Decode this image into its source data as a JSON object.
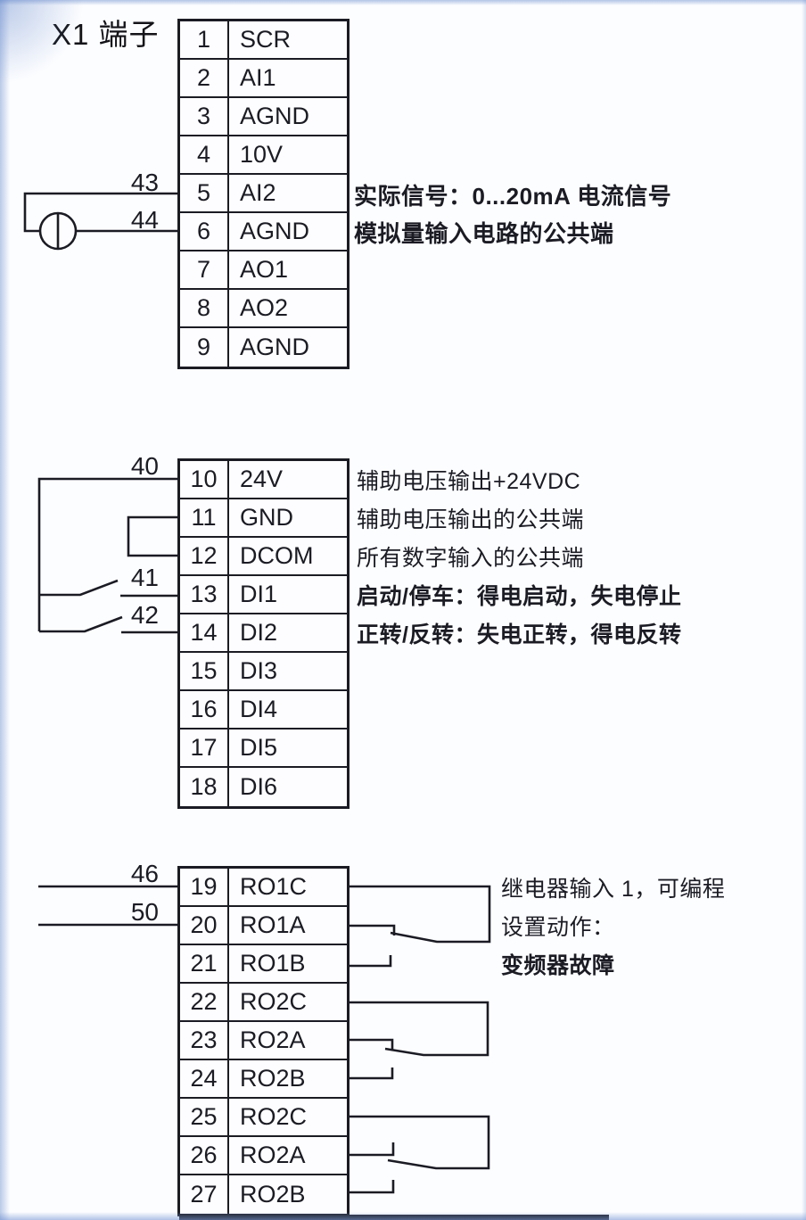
{
  "title": "X1 端子",
  "tables": [
    {
      "id": "analog",
      "rows": [
        {
          "num": "1",
          "label": "SCR"
        },
        {
          "num": "2",
          "label": "AI1"
        },
        {
          "num": "3",
          "label": "AGND"
        },
        {
          "num": "4",
          "label": "10V"
        },
        {
          "num": "5",
          "label": "AI2"
        },
        {
          "num": "6",
          "label": "AGND"
        },
        {
          "num": "7",
          "label": "AO1"
        },
        {
          "num": "8",
          "label": "AO2"
        },
        {
          "num": "9",
          "label": "AGND"
        }
      ]
    },
    {
      "id": "digital",
      "rows": [
        {
          "num": "10",
          "label": "24V"
        },
        {
          "num": "11",
          "label": "GND"
        },
        {
          "num": "12",
          "label": "DCOM"
        },
        {
          "num": "13",
          "label": "DI1"
        },
        {
          "num": "14",
          "label": "DI2"
        },
        {
          "num": "15",
          "label": "DI3"
        },
        {
          "num": "16",
          "label": "DI4"
        },
        {
          "num": "17",
          "label": "DI5"
        },
        {
          "num": "18",
          "label": "DI6"
        }
      ]
    },
    {
      "id": "relay",
      "rows": [
        {
          "num": "19",
          "label": "RO1C"
        },
        {
          "num": "20",
          "label": "RO1A"
        },
        {
          "num": "21",
          "label": "RO1B"
        },
        {
          "num": "22",
          "label": "RO2C"
        },
        {
          "num": "23",
          "label": "RO2A"
        },
        {
          "num": "24",
          "label": "RO2B"
        },
        {
          "num": "25",
          "label": "RO2C"
        },
        {
          "num": "26",
          "label": "RO2A"
        },
        {
          "num": "27",
          "label": "RO2B"
        }
      ]
    }
  ],
  "wires": {
    "analog": [
      "43",
      "44"
    ],
    "digital": [
      "40",
      "41",
      "42"
    ],
    "relay": [
      "46",
      "50"
    ]
  },
  "annotations": {
    "analog": [
      "实际信号：0...20mA 电流信号",
      "模拟量输入电路的公共端"
    ],
    "digital": [
      "辅助电压输出+24VDC",
      "辅助电压输出的公共端",
      "所有数字输入的公共端",
      "启动/停车：得电启动，失电停止",
      "正转/反转：失电正转，得电反转"
    ],
    "relay": [
      "继电器输入 1，可编程",
      "设置动作：",
      "变频器故障"
    ]
  },
  "colors": {
    "line": "#1b1b24",
    "background": "#fcfdff",
    "edge_tint": "#6c8ccd"
  }
}
